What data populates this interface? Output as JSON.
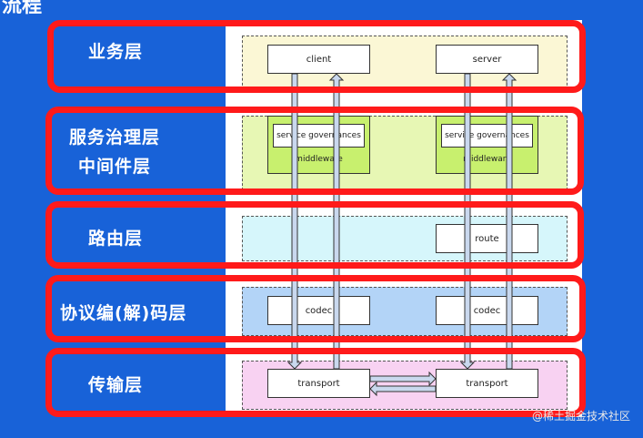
{
  "title": "流程",
  "layers": [
    {
      "id": "business",
      "label": "业务层"
    },
    {
      "id": "governance",
      "label_lines": [
        "服务治理层",
        "中间件层"
      ]
    },
    {
      "id": "routing",
      "label": "路由层"
    },
    {
      "id": "codec",
      "label": "协议编(解)码层"
    },
    {
      "id": "transport",
      "label": "传输层"
    }
  ],
  "nodes": {
    "client": "client",
    "server": "server",
    "service_governances_left": "service governances",
    "service_governances_right": "service governances",
    "middleware_left": "middleware",
    "middleware_right": "middleware",
    "route": "route",
    "codec_left": "codec",
    "codec_right": "codec",
    "transport_left": "transport",
    "transport_right": "transport"
  },
  "colors": {
    "background": "#1862d8",
    "highlight": "#ff1a1a",
    "business_band": "#fbf7d5",
    "governance_band": "#e7f7b4",
    "governance_box": "#c8f06e",
    "routing_band": "#d6f6fb",
    "codec_band": "#b3d4f7",
    "transport_band": "#f8d2f2",
    "arrow_fill": "#c9d8ee",
    "arrow_stroke": "#333333"
  },
  "watermark": "@稀土掘金技术社区"
}
